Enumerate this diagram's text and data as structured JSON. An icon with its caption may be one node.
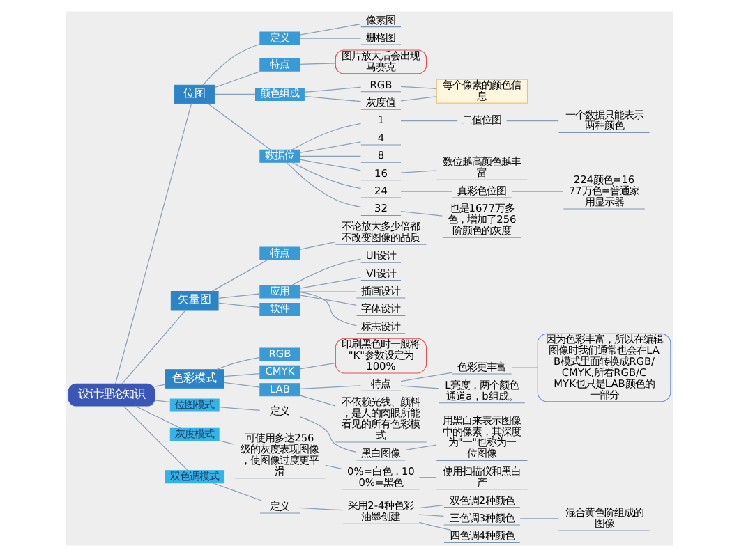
{
  "diagram": {
    "nodes": [
      {
        "text": [
          "设计理论知识"
        ]
      },
      {
        "text": [
          "位图"
        ]
      },
      {
        "text": [
          "定义"
        ]
      },
      {
        "text": [
          "像素图"
        ]
      },
      {
        "text": [
          "栅格图"
        ]
      },
      {
        "text": [
          "特点"
        ]
      },
      {
        "text": [
          "图片放大后会出现马赛克"
        ]
      },
      {
        "text": [
          "颜色组成"
        ]
      },
      {
        "text": [
          "RGB"
        ]
      },
      {
        "text": [
          "灰度值"
        ]
      },
      {
        "text": [
          "每个像素的颜色信息"
        ]
      },
      {
        "text": [
          "数据位"
        ]
      },
      {
        "text": [
          "1"
        ]
      },
      {
        "text": [
          "二值位图"
        ]
      },
      {
        "text": [
          "一个数据只能表示两种颜色"
        ]
      },
      {
        "text": [
          "4"
        ]
      },
      {
        "text": [
          "8"
        ]
      },
      {
        "text": [
          "16"
        ]
      },
      {
        "text": [
          "数位越高颜色越丰富"
        ]
      },
      {
        "text": [
          "24"
        ]
      },
      {
        "text": [
          "真彩色位图"
        ]
      },
      {
        "text": [
          "224颜色=1677万色=普通家用显示器"
        ]
      },
      {
        "text": [
          "32"
        ]
      },
      {
        "text": [
          "也是1677万多色，增加了256阶颜色的灰度"
        ]
      },
      {
        "text": [
          "矢量图"
        ]
      },
      {
        "text": [
          "特点"
        ]
      },
      {
        "text": [
          "不论放大多少倍都不改变图像的品质"
        ]
      },
      {
        "text": [
          "应用"
        ]
      },
      {
        "text": [
          "UI设计"
        ]
      },
      {
        "text": [
          "VI设计"
        ]
      },
      {
        "text": [
          "插画设计"
        ]
      },
      {
        "text": [
          "字体设计"
        ]
      },
      {
        "text": [
          "标志设计"
        ]
      },
      {
        "text": [
          "软件"
        ]
      },
      {
        "text": [
          "色彩模式"
        ]
      },
      {
        "text": [
          "RGB"
        ]
      },
      {
        "text": [
          "CMYK"
        ]
      },
      {
        "text": [
          "印刷黑色时一般将\"K\"参数设定为100%"
        ]
      },
      {
        "text": [
          "LAB"
        ]
      },
      {
        "text": [
          "特点"
        ]
      },
      {
        "text": [
          "色彩更丰富"
        ]
      },
      {
        "text": [
          "因为色彩丰富，所以在编辑图像时我们通常也会在LAB模式里面转换成RGB/CMYK,所看RGB/CMYK也只是LAB颜色的一部分"
        ]
      },
      {
        "text": [
          "L亮度，两个颜色通道a，b组成。"
        ]
      },
      {
        "text": [
          "不依赖光线、颜料，是人的肉眼所能看见的所有色彩模式"
        ]
      },
      {
        "text": [
          "位图模式"
        ]
      },
      {
        "text": [
          "定义"
        ]
      },
      {
        "text": [
          "黑白图像"
        ]
      },
      {
        "text": [
          "用黑白来表示图像中的像素，其深度为\"一\"也称为一位图像"
        ]
      },
      {
        "text": [
          "灰度模式"
        ]
      },
      {
        "text": [
          "可使用多达256级的灰度表现图像，使图像过度更平滑"
        ]
      },
      {
        "text": [
          "0%=白色，100%=黑色"
        ]
      },
      {
        "text": [
          "使用扫描仪和黑白产"
        ]
      },
      {
        "text": [
          "双色调模式"
        ]
      },
      {
        "text": [
          "定义"
        ]
      },
      {
        "text": [
          "采用2-4种色彩油墨创建"
        ]
      },
      {
        "text": [
          "双色调2种颜色"
        ]
      },
      {
        "text": [
          "三色调3种颜色"
        ]
      },
      {
        "text": [
          "混合黄色阶组成的图像"
        ]
      },
      {
        "text": [
          "四色调4种颜色"
        ]
      }
    ],
    "edges": [
      {
        "from": 0,
        "to": 1,
        "arrow": "none"
      },
      {
        "from": 1,
        "to": 2,
        "arrow": "none"
      },
      {
        "from": 2,
        "to": 3,
        "arrow": "none"
      },
      {
        "from": 2,
        "to": 4,
        "arrow": "none"
      },
      {
        "from": 1,
        "to": 5,
        "arrow": "none"
      },
      {
        "from": 5,
        "to": 6,
        "arrow": "none"
      },
      {
        "from": 1,
        "to": 7,
        "arrow": "none"
      },
      {
        "from": 7,
        "to": 8,
        "arrow": "none"
      },
      {
        "from": 7,
        "to": 9,
        "arrow": "none"
      },
      {
        "from": 8,
        "to": 10,
        "arrow": "none"
      },
      {
        "from": 9,
        "to": 10,
        "arrow": "none"
      },
      {
        "from": 1,
        "to": 11,
        "arrow": "none"
      },
      {
        "from": 11,
        "to": 12,
        "arrow": "none"
      },
      {
        "from": 12,
        "to": 13,
        "arrow": "none"
      },
      {
        "from": 13,
        "to": 14,
        "arrow": "none"
      },
      {
        "from": 11,
        "to": 15,
        "arrow": "none"
      },
      {
        "from": 11,
        "to": 16,
        "arrow": "none"
      },
      {
        "from": 11,
        "to": 17,
        "arrow": "none"
      },
      {
        "from": 17,
        "to": 18,
        "arrow": "none"
      },
      {
        "from": 11,
        "to": 19,
        "arrow": "none"
      },
      {
        "from": 19,
        "to": 20,
        "arrow": "none"
      },
      {
        "from": 20,
        "to": 21,
        "arrow": "none"
      },
      {
        "from": 11,
        "to": 22,
        "arrow": "none"
      },
      {
        "from": 22,
        "to": 23,
        "arrow": "none"
      },
      {
        "from": 0,
        "to": 24,
        "arrow": "none"
      },
      {
        "from": 24,
        "to": 25,
        "arrow": "none"
      },
      {
        "from": 25,
        "to": 26,
        "arrow": "none"
      },
      {
        "from": 24,
        "to": 27,
        "arrow": "none"
      },
      {
        "from": 27,
        "to": 28,
        "arrow": "none"
      },
      {
        "from": 27,
        "to": 29,
        "arrow": "none"
      },
      {
        "from": 27,
        "to": 30,
        "arrow": "none"
      },
      {
        "from": 27,
        "to": 31,
        "arrow": "none"
      },
      {
        "from": 27,
        "to": 32,
        "arrow": "none"
      },
      {
        "from": 24,
        "to": 33,
        "arrow": "none"
      },
      {
        "from": 0,
        "to": 34,
        "arrow": "none"
      },
      {
        "from": 34,
        "to": 35,
        "arrow": "none"
      },
      {
        "from": 34,
        "to": 36,
        "arrow": "none"
      },
      {
        "from": 36,
        "to": 37,
        "arrow": "none"
      },
      {
        "from": 34,
        "to": 38,
        "arrow": "none"
      },
      {
        "from": 38,
        "to": 39,
        "arrow": "none"
      },
      {
        "from": 39,
        "to": 40,
        "arrow": "none"
      },
      {
        "from": 40,
        "to": 41,
        "arrow": "none"
      },
      {
        "from": 39,
        "to": 42,
        "arrow": "none"
      },
      {
        "from": 38,
        "to": 43,
        "arrow": "none"
      },
      {
        "from": 0,
        "to": 44,
        "arrow": "none"
      },
      {
        "from": 44,
        "to": 45,
        "arrow": "none"
      },
      {
        "from": 45,
        "to": 46,
        "arrow": "none"
      },
      {
        "from": 46,
        "to": 47,
        "arrow": "none"
      },
      {
        "from": 0,
        "to": 48,
        "arrow": "none"
      },
      {
        "from": 48,
        "to": 49,
        "arrow": "none"
      },
      {
        "from": 49,
        "to": 50,
        "arrow": "none"
      },
      {
        "from": 50,
        "to": 51,
        "arrow": "none"
      },
      {
        "from": 0,
        "to": 52,
        "arrow": "none"
      },
      {
        "from": 52,
        "to": 53,
        "arrow": "none"
      },
      {
        "from": 53,
        "to": 54,
        "arrow": "none"
      },
      {
        "from": 54,
        "to": 55,
        "arrow": "none"
      },
      {
        "from": 54,
        "to": 56,
        "arrow": "none"
      },
      {
        "from": 56,
        "to": 57,
        "arrow": "none"
      },
      {
        "from": 54,
        "to": 58,
        "arrow": "none"
      }
    ]
  }
}
